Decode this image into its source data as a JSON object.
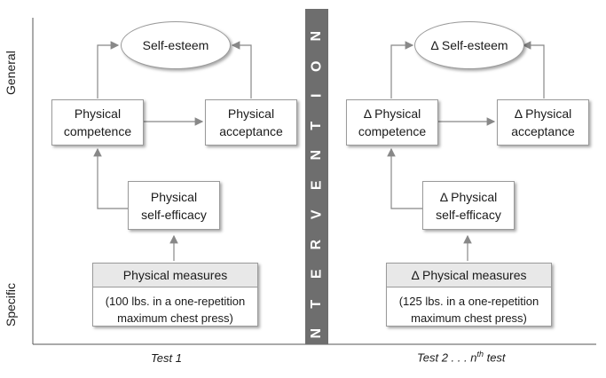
{
  "axis": {
    "top_label": "General",
    "bottom_label": "Specific"
  },
  "intervention": {
    "letters": [
      "I",
      "N",
      "T",
      "E",
      "R",
      "V",
      "E",
      "N",
      "T",
      "I",
      "O",
      "N"
    ]
  },
  "left": {
    "ellipse": "Self-esteem",
    "competence": [
      "Physical",
      "competence"
    ],
    "acceptance": [
      "Physical",
      "acceptance"
    ],
    "efficacy": [
      "Physical",
      "self-efficacy"
    ],
    "measures_header": "Physical measures",
    "measures_body": [
      "(100 lbs. in a one-repetition",
      "maximum chest press)"
    ],
    "test_label": "Test 1"
  },
  "right": {
    "ellipse": "Δ Self-esteem",
    "competence": [
      "Δ Physical",
      "competence"
    ],
    "acceptance": [
      "Δ Physical",
      "acceptance"
    ],
    "efficacy": [
      "Δ Physical",
      "self-efficacy"
    ],
    "measures_header": "Δ Physical measures",
    "measures_body": [
      "(125 lbs. in a one-repetition",
      "maximum chest press)"
    ],
    "test_label_pre": "Test 2 . . . n",
    "test_label_sup": "th",
    "test_label_post": " test"
  },
  "colors": {
    "band": "#6e6e6e",
    "arrow": "#888888",
    "header_fill": "#e8e8e8"
  }
}
